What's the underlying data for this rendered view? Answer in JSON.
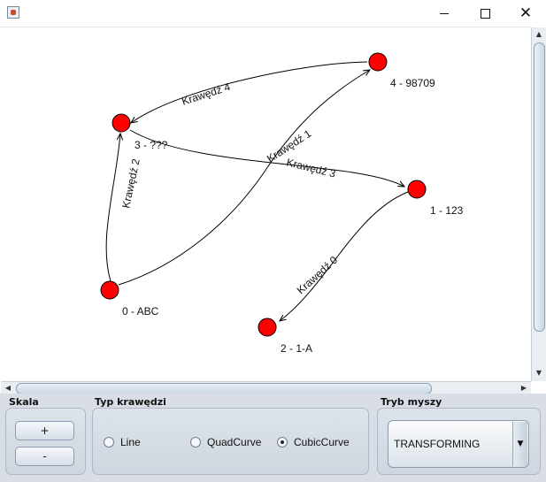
{
  "window": {
    "icon": "java-cup-icon",
    "minimize_glyph": "",
    "close_glyph": "✕"
  },
  "graph": {
    "nodes": [
      {
        "label": "0 - ABC"
      },
      {
        "label": "1 - 123"
      },
      {
        "label": "2 - 1-A"
      },
      {
        "label": "3 - ???"
      },
      {
        "label": "4 - 98709"
      }
    ],
    "edges": [
      {
        "label": "Krawędź 0",
        "from": "1 - 123",
        "to": "2 - 1-A"
      },
      {
        "label": "Krawędź 1",
        "from": "0 - ABC",
        "to": "4 - 98709"
      },
      {
        "label": "Krawędź 2",
        "from": "0 - ABC",
        "to": "3 - ???"
      },
      {
        "label": "Krawędź 3",
        "from": "3 - ???",
        "to": "1 - 123"
      },
      {
        "label": "Krawędź 4",
        "from": "4 - 98709",
        "to": "3 - ???"
      }
    ],
    "node_color": "#ff0000",
    "edge_color": "#000000"
  },
  "scale": {
    "title": "Skala",
    "plus_label": "+",
    "minus_label": "-"
  },
  "edge_type": {
    "title": "Typ krawędzi",
    "options": [
      {
        "label": "Line",
        "checked": false
      },
      {
        "label": "QuadCurve",
        "checked": false
      },
      {
        "label": "CubicCurve",
        "checked": true
      }
    ]
  },
  "mouse_mode": {
    "title": "Tryb myszy",
    "value": "TRANSFORMING"
  }
}
